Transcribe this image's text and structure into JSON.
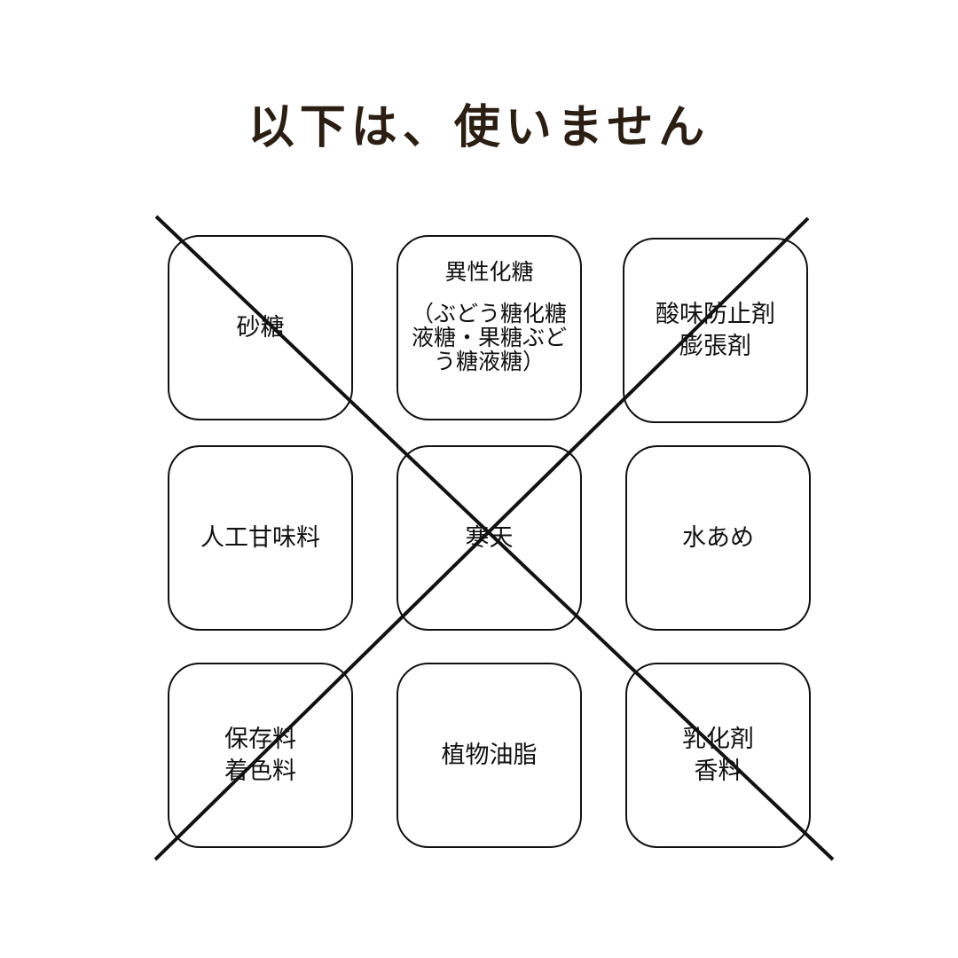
{
  "title": "以下は、使いません",
  "items": [
    {
      "lines": [
        "砂糖"
      ]
    },
    {
      "heading": "異性化糖",
      "detail": "（ぶどう糖化糖液糖・果糖ぶどう糖液糖）"
    },
    {
      "lines": [
        "酸味防止剤",
        "膨張剤"
      ]
    },
    {
      "lines": [
        "人工甘味料"
      ]
    },
    {
      "lines": [
        "寒天"
      ]
    },
    {
      "lines": [
        "水あめ"
      ]
    },
    {
      "lines": [
        "保存料",
        "着色料"
      ]
    },
    {
      "lines": [
        "植物油脂"
      ]
    },
    {
      "lines": [
        "乳化剤",
        "香料"
      ]
    }
  ],
  "colors": {
    "title": "#2b1f14",
    "stroke": "#111111",
    "background": "#ffffff"
  }
}
